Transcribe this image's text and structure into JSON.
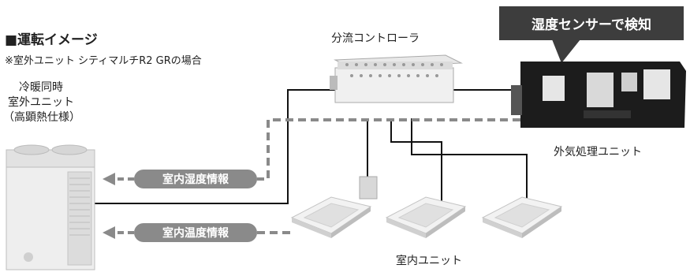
{
  "title": "■運転イメージ",
  "note": "※室外ユニット シティマルチR2 GRの場合",
  "outdoor_unit_label": [
    "冷暖同時",
    "室外ユニット",
    "（高顕熱仕様）"
  ],
  "branch_controller_label": "分流コントローラ",
  "callout": "湿度センサーで検知",
  "outdoor_air_unit_label": "外気処理ユニット",
  "indoor_unit_label": "室内ユニット",
  "humidity_info": "室内湿度情報",
  "temperature_info": "室内温度情報",
  "colors": {
    "callout_bg": "#3d3d3d",
    "pill_bg": "#8a8a8a",
    "dashed_line": "#8a8a8a",
    "pipe": "#111111"
  }
}
